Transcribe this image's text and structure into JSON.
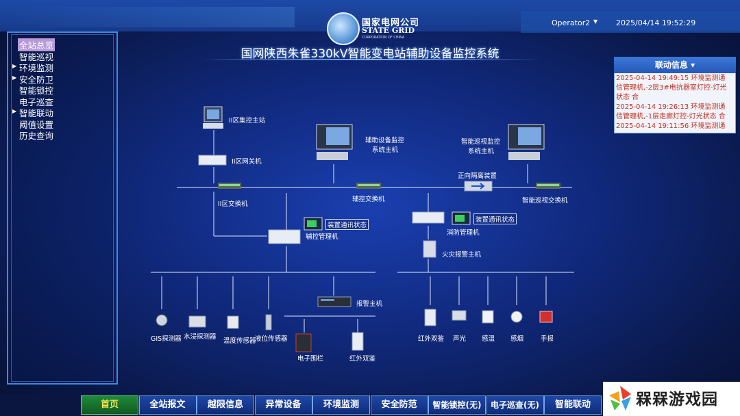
{
  "header": {
    "logo_cn": "国家电网公司",
    "logo_en": "STATE GRID",
    "logo_sub": "CORPORATION OF CHINA",
    "title": "国网陕西朱雀330kV智能变电站辅助设备监控系统",
    "operator": "Operator2",
    "datetime": "2025/04/14 19:52:29"
  },
  "sidebar": {
    "items": [
      {
        "label": "全站总览",
        "active": true,
        "expandable": false
      },
      {
        "label": "智能巡视",
        "expandable": false
      },
      {
        "label": "环境监测",
        "expandable": true
      },
      {
        "label": "安全防卫",
        "expandable": true
      },
      {
        "label": "智能锁控",
        "expandable": false
      },
      {
        "label": "电子巡查",
        "expandable": false
      },
      {
        "label": "智能联动",
        "expandable": true
      },
      {
        "label": "阈值设置",
        "expandable": false
      },
      {
        "label": "历史查询",
        "expandable": false
      }
    ]
  },
  "linkage": {
    "title": "联动信息",
    "lines": [
      "2025-04-14 19:49:15 环境监测通",
      "信管理机,-2层3#电抗器室灯控-灯光",
      "状态 合",
      "2025-04-14 19:26:13 环境监测通",
      "信管理机,-1层走廊灯控-灯光状态 合",
      "2025-04-14 19:11:56 环境监测通"
    ]
  },
  "network": {
    "zone2_master": "II区集控主站",
    "zone2_gateway": "II区网关机",
    "zone2_switch": "II区交换机",
    "aux_host": [
      "辅助设备监控",
      "系统主机"
    ],
    "patrol_host": [
      "智能巡视监控",
      "系统主机"
    ],
    "aux_switch": "辅控交换机",
    "isolator": "正向隔离装置",
    "patrol_switch": "智能巡视交换机",
    "status_label": "装置通讯状态",
    "aux_manager": "辅控管理机",
    "fire_manager": "消防管理机",
    "fire_alarm": "火灾报警主机",
    "alarm_host": "报警主机",
    "sensors_left": [
      "GIS探测器",
      "水浸探测器",
      "温度传感器",
      "液位传感器"
    ],
    "sensors_alarm": [
      "电子围栏",
      "红外双鉴"
    ],
    "sensors_fire": [
      "红外双鉴",
      "声光",
      "感温",
      "感烟",
      "手报"
    ]
  },
  "bottom_tabs": [
    "首页",
    "全站报文",
    "越限信息",
    "异常设备",
    "环境监测",
    "安全防范",
    "智能锁控(无)",
    "电子巡查(无)",
    "智能联动"
  ],
  "watermark": "槑槑游戏园",
  "colors": {
    "accent": "#3a8ae8",
    "active_tab": "#1f8a3a",
    "alert_text": "#c03020",
    "menu_active": "#b89ad8"
  }
}
